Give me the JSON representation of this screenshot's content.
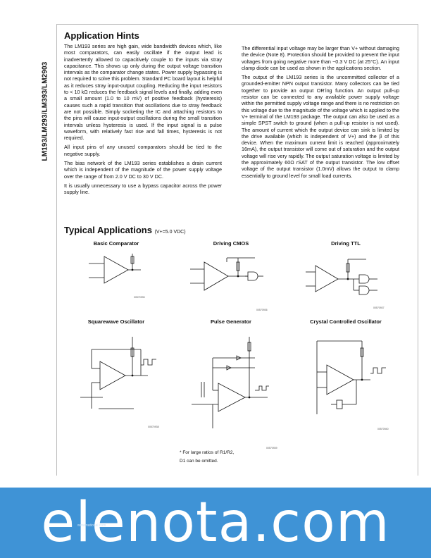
{
  "side_title": "LM193/LM293/LM393/LM2903",
  "hints": {
    "title": "Application Hints",
    "left_paragraphs": [
      "The LM193 series are high gain, wide bandwidth devices which, like most comparators, can easily oscillate if the output lead is inadvertently allowed to capacitively couple to the inputs via stray capacitance. This shows up only during the output voltage transition intervals as the comparator change states. Power supply bypassing is not required to solve this problem. Standard PC board layout is helpful as it reduces stray input-output coupling. Reducing the input resistors to < 10 kΩ reduces the feedback signal levels and finally, adding even a small amount (1.0 to 10 mV) of positive feedback (hysteresis) causes such a rapid transition that oscillations due to stray feedback are not possible. Simply socketing the IC and attaching resistors to the pins will cause input-output oscillations during the small transition intervals unless hysteresis is used. If the input signal is a pulse waveform, with relatively fast rise and fall times, hysteresis is not required.",
      "All input pins of any unused comparators should be tied to the negative supply.",
      "The bias network of the LM193 series establishes a drain current which is independent of the magnitude of the power supply voltage over the range of from 2.0 V DC to 30 V DC.",
      "It is usually unnecessary to use a bypass capacitor across the power supply line."
    ],
    "right_paragraphs": [
      "The differential input voltage may be larger than V+ without damaging the device (Note 8). Protection should be provided to prevent the input voltages from going negative more than −0.3 V DC (at 25°C). An input clamp diode can be used as shown in the applications section.",
      "The output of the LM193 series is the uncommitted collector of a grounded-emitter NPN output transistor. Many collectors can be tied together to provide an output OR'ing function. An output pull-up resistor can be connected to any available power supply voltage within the permitted supply voltage range and there is no restriction on this voltage due to the magnitude of the voltage which is applied to the V+ terminal of the LM193 package. The output can also be used as a simple SPST switch to ground (when a pull-up resistor is not used). The amount of current which the output device can sink is limited by the drive available (which is independent of V+) and the β of this device. When the maximum current limit is reached (approximately 16mA), the output transistor will come out of saturation and the output voltage will rise very rapidly. The output saturation voltage is limited by the approximately 60Ω rSAT of the output transistor. The low offset voltage of the output transistor (1.0mV) allows the output to clamp essentially to ground level for small load currents."
    ]
  },
  "typical": {
    "title": "Typical Applications",
    "subtitle": "(V+=5.0 VDC)"
  },
  "circuits": [
    {
      "title": "Basic Comparator",
      "fig": "00570935"
    },
    {
      "title": "Driving CMOS",
      "fig": "00570936"
    },
    {
      "title": "Driving TTL",
      "fig": "00570937"
    },
    {
      "title": "Squarewave Oscillator",
      "fig": "00570938"
    },
    {
      "title": "Pulse Generator",
      "fig": "00570939"
    },
    {
      "title": "Crystal Controlled Oscillator",
      "fig": "00570940"
    }
  ],
  "note": {
    "line1": "* For large ratios of R1/R2,",
    "line2": "D1 can be omitted."
  },
  "watermark": "elenota.com",
  "page_footer": "www.national.com"
}
